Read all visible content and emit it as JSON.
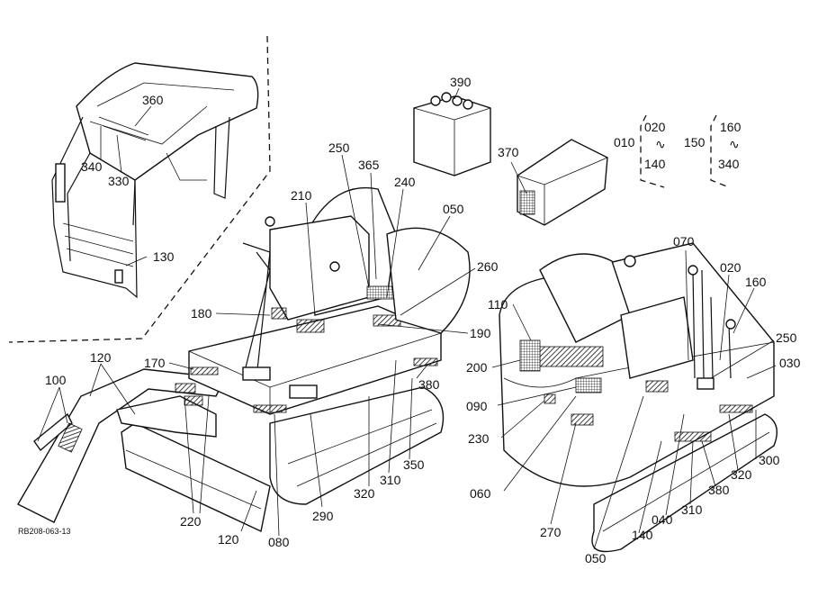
{
  "diagram": {
    "code_label": "RB208-063-13",
    "callouts": {
      "c360": "360",
      "c340": "340",
      "c330": "330",
      "c130": "130",
      "c390": "390",
      "c370": "370",
      "g010": "010",
      "g010_from": "020",
      "g010_to": "140",
      "g150": "150",
      "g150_from": "160",
      "g150_to": "340",
      "range_sep": "∿",
      "l250": "250",
      "l365": "365",
      "l240": "240",
      "l210": "210",
      "l050": "050",
      "l260": "260",
      "l180": "180",
      "l190": "190",
      "l170": "170",
      "l100": "100",
      "l120a": "120",
      "l380": "380",
      "l350": "350",
      "l310": "310",
      "l320": "320",
      "l290": "290",
      "l220": "220",
      "l120b": "120",
      "l080": "080",
      "r070": "070",
      "r020": "020",
      "r160": "160",
      "r110": "110",
      "r250": "250",
      "r030": "030",
      "r200": "200",
      "r090": "090",
      "r230": "230",
      "r060": "060",
      "r270": "270",
      "r050": "050",
      "r140": "140",
      "r040": "040",
      "r310": "310",
      "r380": "380",
      "r320": "320",
      "r300": "300"
    }
  }
}
